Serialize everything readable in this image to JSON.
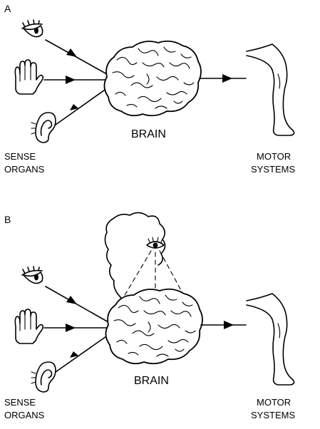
{
  "panels": [
    {
      "letter": "A",
      "brain_label": "BRAIN",
      "sense_label_line1": "SENSE",
      "sense_label_line2": "ORGANS",
      "motor_label_line1": "MOTOR",
      "motor_label_line2": "SYSTEMS",
      "icons": [
        "eye-icon",
        "hand-icon",
        "ear-icon",
        "brain-icon",
        "leg-icon"
      ]
    },
    {
      "letter": "B",
      "brain_label": "BRAIN",
      "sense_label_line1": "SENSE",
      "sense_label_line2": "ORGANS",
      "motor_label_line1": "MOTOR",
      "motor_label_line2": "SYSTEMS",
      "icons": [
        "eye-icon",
        "hand-icon",
        "ear-icon",
        "brain-icon",
        "leg-icon",
        "inner-eye-icon",
        "thought-cloud-icon"
      ]
    }
  ],
  "colors": {
    "ink": "#000000",
    "background": "#ffffff"
  }
}
